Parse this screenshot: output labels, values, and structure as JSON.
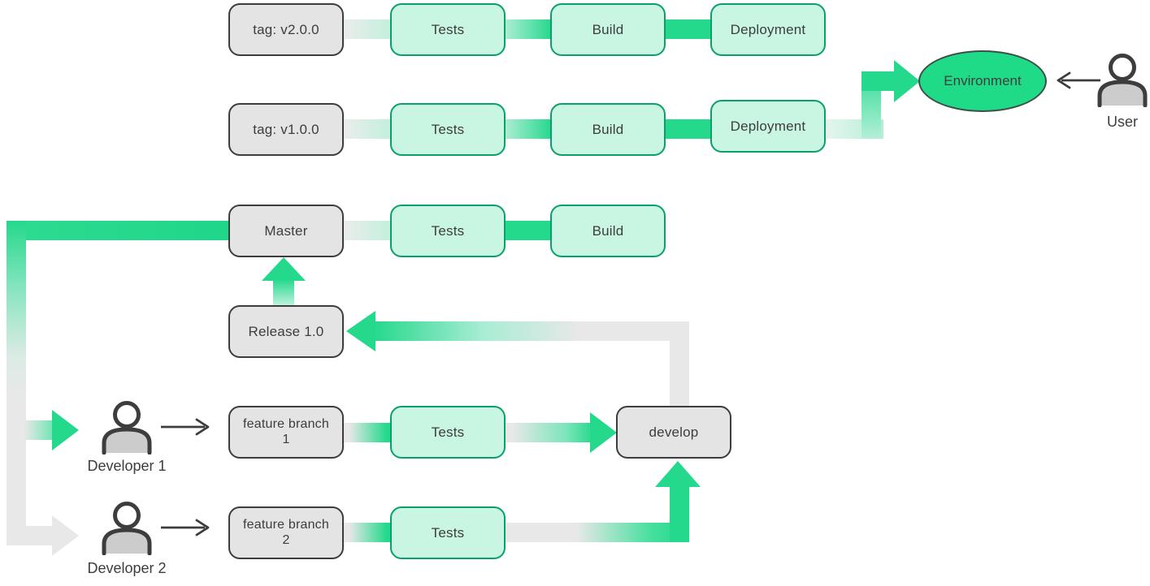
{
  "diagram_type": "ci-cd-git-workflow",
  "colors": {
    "accent_green": "#24d88c",
    "mint_box_fill": "#c9f6e2",
    "green_box_border": "#0aa06b",
    "gray_box_fill": "#e4e4e4",
    "dark_stroke": "#3d3d3d",
    "environment_fill": "#1fdb87",
    "light_gray_connector": "#e8e8e8"
  },
  "pipelines": {
    "v2": {
      "source": "tag: v2.0.0",
      "stages": [
        "Tests",
        "Build",
        "Deployment"
      ]
    },
    "v1": {
      "source": "tag: v1.0.0",
      "stages": [
        "Tests",
        "Build",
        "Deployment"
      ]
    },
    "master": {
      "source": "Master",
      "stages": [
        "Tests",
        "Build"
      ]
    },
    "feature1": {
      "source_line1": "feature branch",
      "source_line2": "1",
      "stages": [
        "Tests"
      ]
    },
    "feature2": {
      "source_line1": "feature branch",
      "source_line2": "2",
      "stages": [
        "Tests"
      ]
    }
  },
  "nodes": {
    "release": "Release 1.0",
    "develop": "develop",
    "environment": "Environment"
  },
  "actors": {
    "user": "User",
    "developer1": "Developer 1",
    "developer2": "Developer 2"
  }
}
